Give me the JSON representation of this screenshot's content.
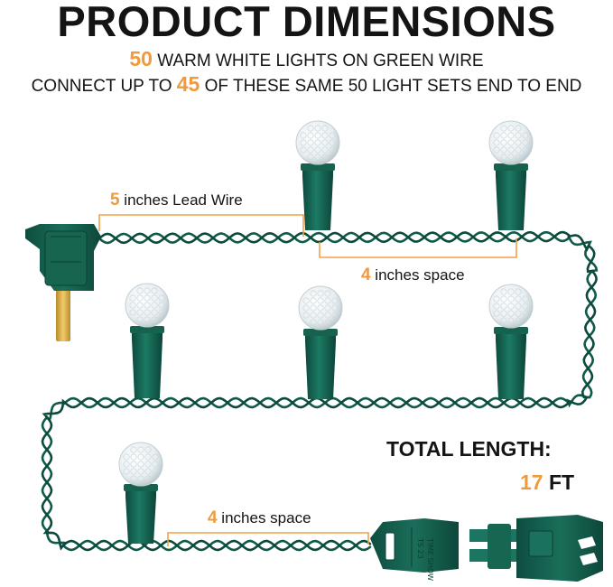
{
  "title": "PRODUCT DIMENSIONS",
  "subtitle1": {
    "count": "50",
    "text": " WARM WHITE LIGHTS ON GREEN WIRE"
  },
  "subtitle2": {
    "prefix": "CONNECT UP TO ",
    "count": "45",
    "suffix": " OF THESE SAME 50 LIGHT SETS END TO END"
  },
  "labels": {
    "lead_wire": {
      "num": "5",
      "text": " inches Lead Wire"
    },
    "space_top": {
      "num": "4",
      "text": " inches space"
    },
    "space_bottom": {
      "num": "4",
      "text": " inches space"
    }
  },
  "total": {
    "label": "TOTAL LENGTH:",
    "value": "17",
    "unit": " FT"
  },
  "end_plug_text": {
    "line1": "TIME SHOW",
    "line2": "TS 23"
  },
  "colors": {
    "accent": "#ef9a3c",
    "wire": "#0f5a4a",
    "socket": "#15614e",
    "bulb": "#e9f0f2",
    "plug_prong": "#d4a53a"
  },
  "icons": [
    "input-plug-icon",
    "led-bulb-icon",
    "end-connector-icon",
    "male-end-plug-icon"
  ]
}
